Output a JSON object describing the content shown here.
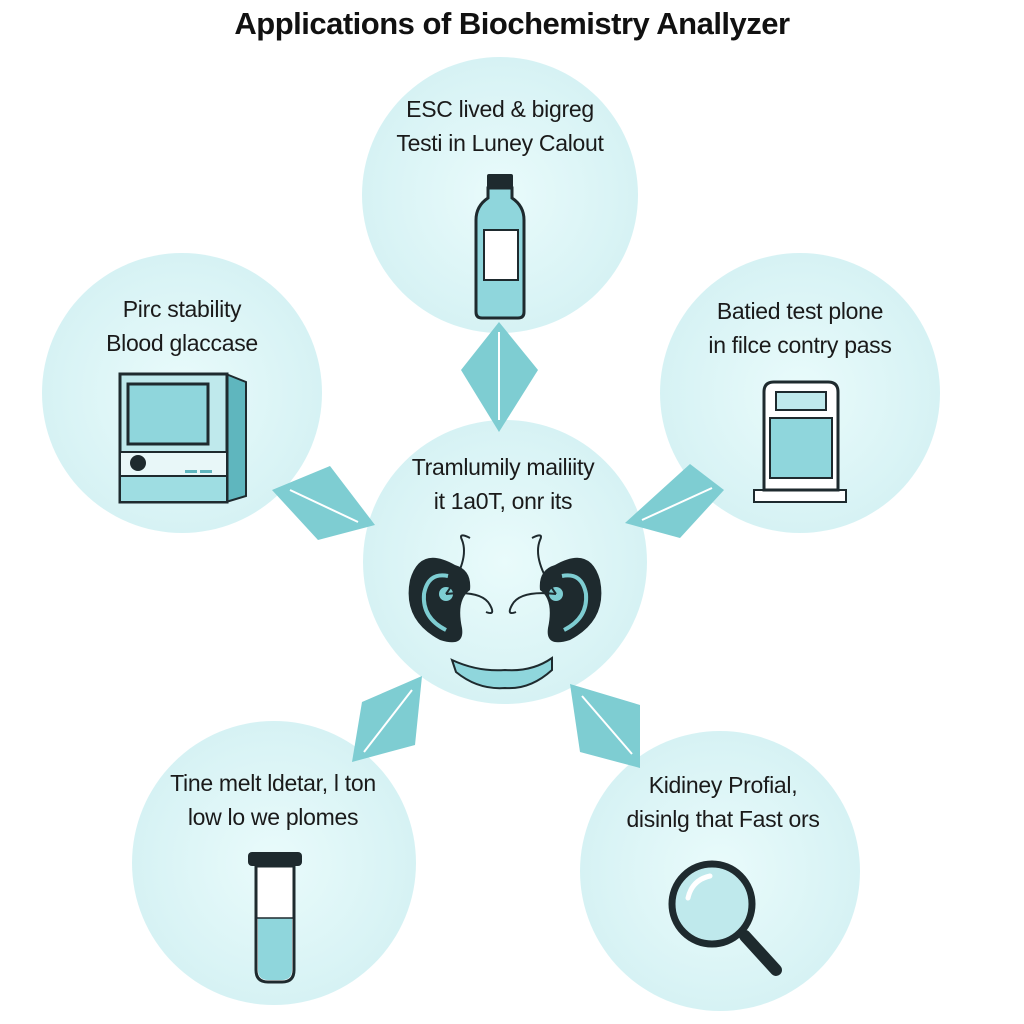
{
  "title": "Applications of Biochemistry Anallyzer",
  "colors": {
    "circle_fill": "#dcf5f6",
    "accent": "#7ecdd2",
    "accent_dark": "#4fb3ba",
    "ink": "#1e2a2e"
  },
  "nodes": {
    "top": {
      "line1": "ESC lived & bigreg",
      "line2": "Testi in Luney Calout",
      "icon": "bottle-icon"
    },
    "left": {
      "line1": "Pirc stability",
      "line2": "Blood glaccase",
      "icon": "analyzer-machine-icon"
    },
    "right": {
      "line1": "Batied test plone",
      "line2": "in filce contry pass",
      "icon": "test-device-icon"
    },
    "center": {
      "line1": "Tramlumily mailiity",
      "line2": "it 1a0T, onr its",
      "icon": "kidneys-icon"
    },
    "bottom_left": {
      "line1": "Tine melt ldetar, l ton",
      "line2": "low lo we plomes",
      "icon": "test-tube-icon"
    },
    "bottom_right": {
      "line1": "Kidiney Profial,",
      "line2": "disinlg that Fast ors",
      "icon": "magnifier-icon"
    }
  }
}
